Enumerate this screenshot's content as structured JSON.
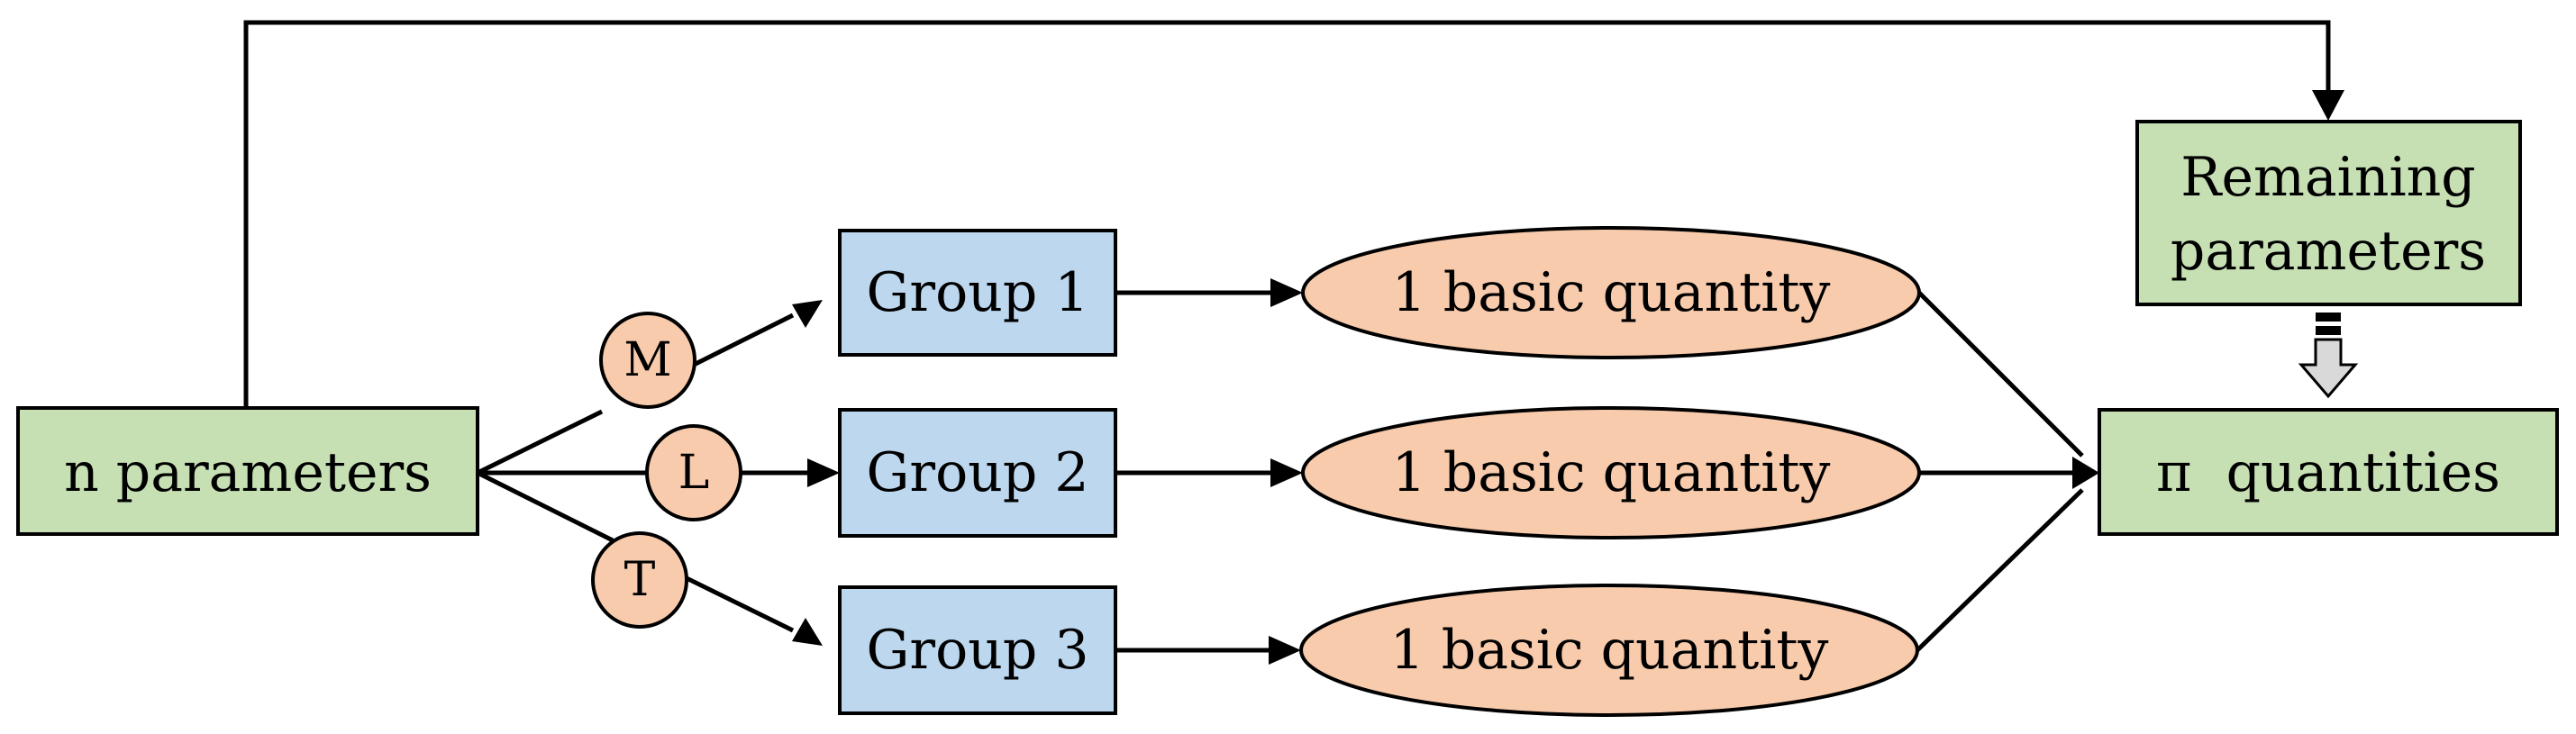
{
  "nodes": {
    "n_parameters": "n parameters",
    "group1": "Group 1",
    "group2": "Group 2",
    "group3": "Group 3",
    "quantity1": "1 basic quantity",
    "quantity2": "1 basic quantity",
    "quantity3": "1 basic quantity",
    "remaining_line1": "Remaining",
    "remaining_line2": "parameters",
    "pi_quantities": "π  quantities"
  },
  "dimensions": {
    "m": "M",
    "l": "L",
    "t": "T"
  },
  "colors": {
    "parameter_box": "#c6e0b4",
    "group_box": "#bdd7ee",
    "quantity_ellipse": "#f8cbad",
    "dimension_circle": "#f8cbad"
  }
}
